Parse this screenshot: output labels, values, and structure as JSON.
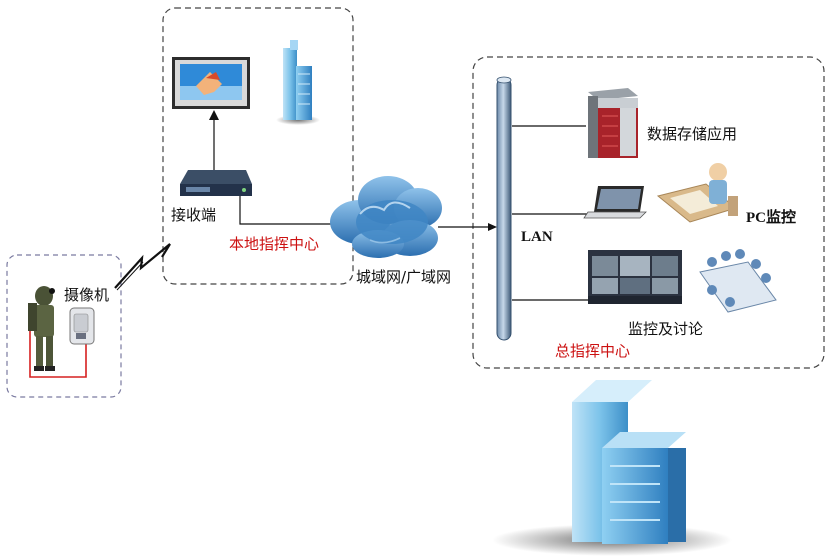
{
  "labels": {
    "camera": "摄像机",
    "receiver": "接收端",
    "local_center": "本地指挥中心",
    "wan": "城域网/广域网",
    "lan": "LAN",
    "storage": "数据存储应用",
    "pc_monitor": "PC监控",
    "monitor_discuss": "监控及讨论",
    "main_center": "总指挥中心"
  },
  "colors": {
    "red_label": "#cc1111",
    "cloud": "#3f86c4",
    "frame": "#444444"
  }
}
